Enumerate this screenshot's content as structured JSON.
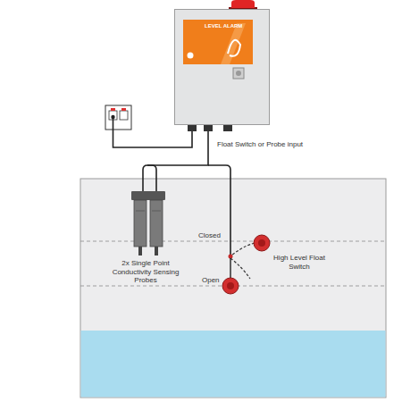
{
  "diagram": {
    "nodes": [
      {
        "text": [
          "LEVEL ALARM"
        ]
      }
    ],
    "labels": [
      "Float Switch or Probe input",
      "2x Single Point Conductivity Sensing Probes",
      "Closed",
      "Open",
      "High Level Float Switch"
    ]
  }
}
